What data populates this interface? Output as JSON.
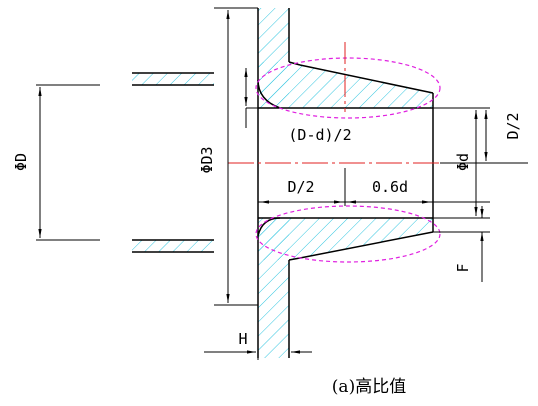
{
  "caption": "(a)高比值",
  "labels": {
    "phi_D": "ΦD",
    "phi_D3": "ΦD3",
    "phi_d": "Φd",
    "d_minus_d_half": "(D-d)/2",
    "D_half_horizontal": "D/2",
    "point_six_d": "0.6d",
    "D_half_vertical": "D/2",
    "F": "F",
    "H": "H"
  },
  "colors": {
    "line": "#000000",
    "hatch": "#33c6e0",
    "centerline": "#e02020",
    "ellipse": "#e020e0"
  }
}
